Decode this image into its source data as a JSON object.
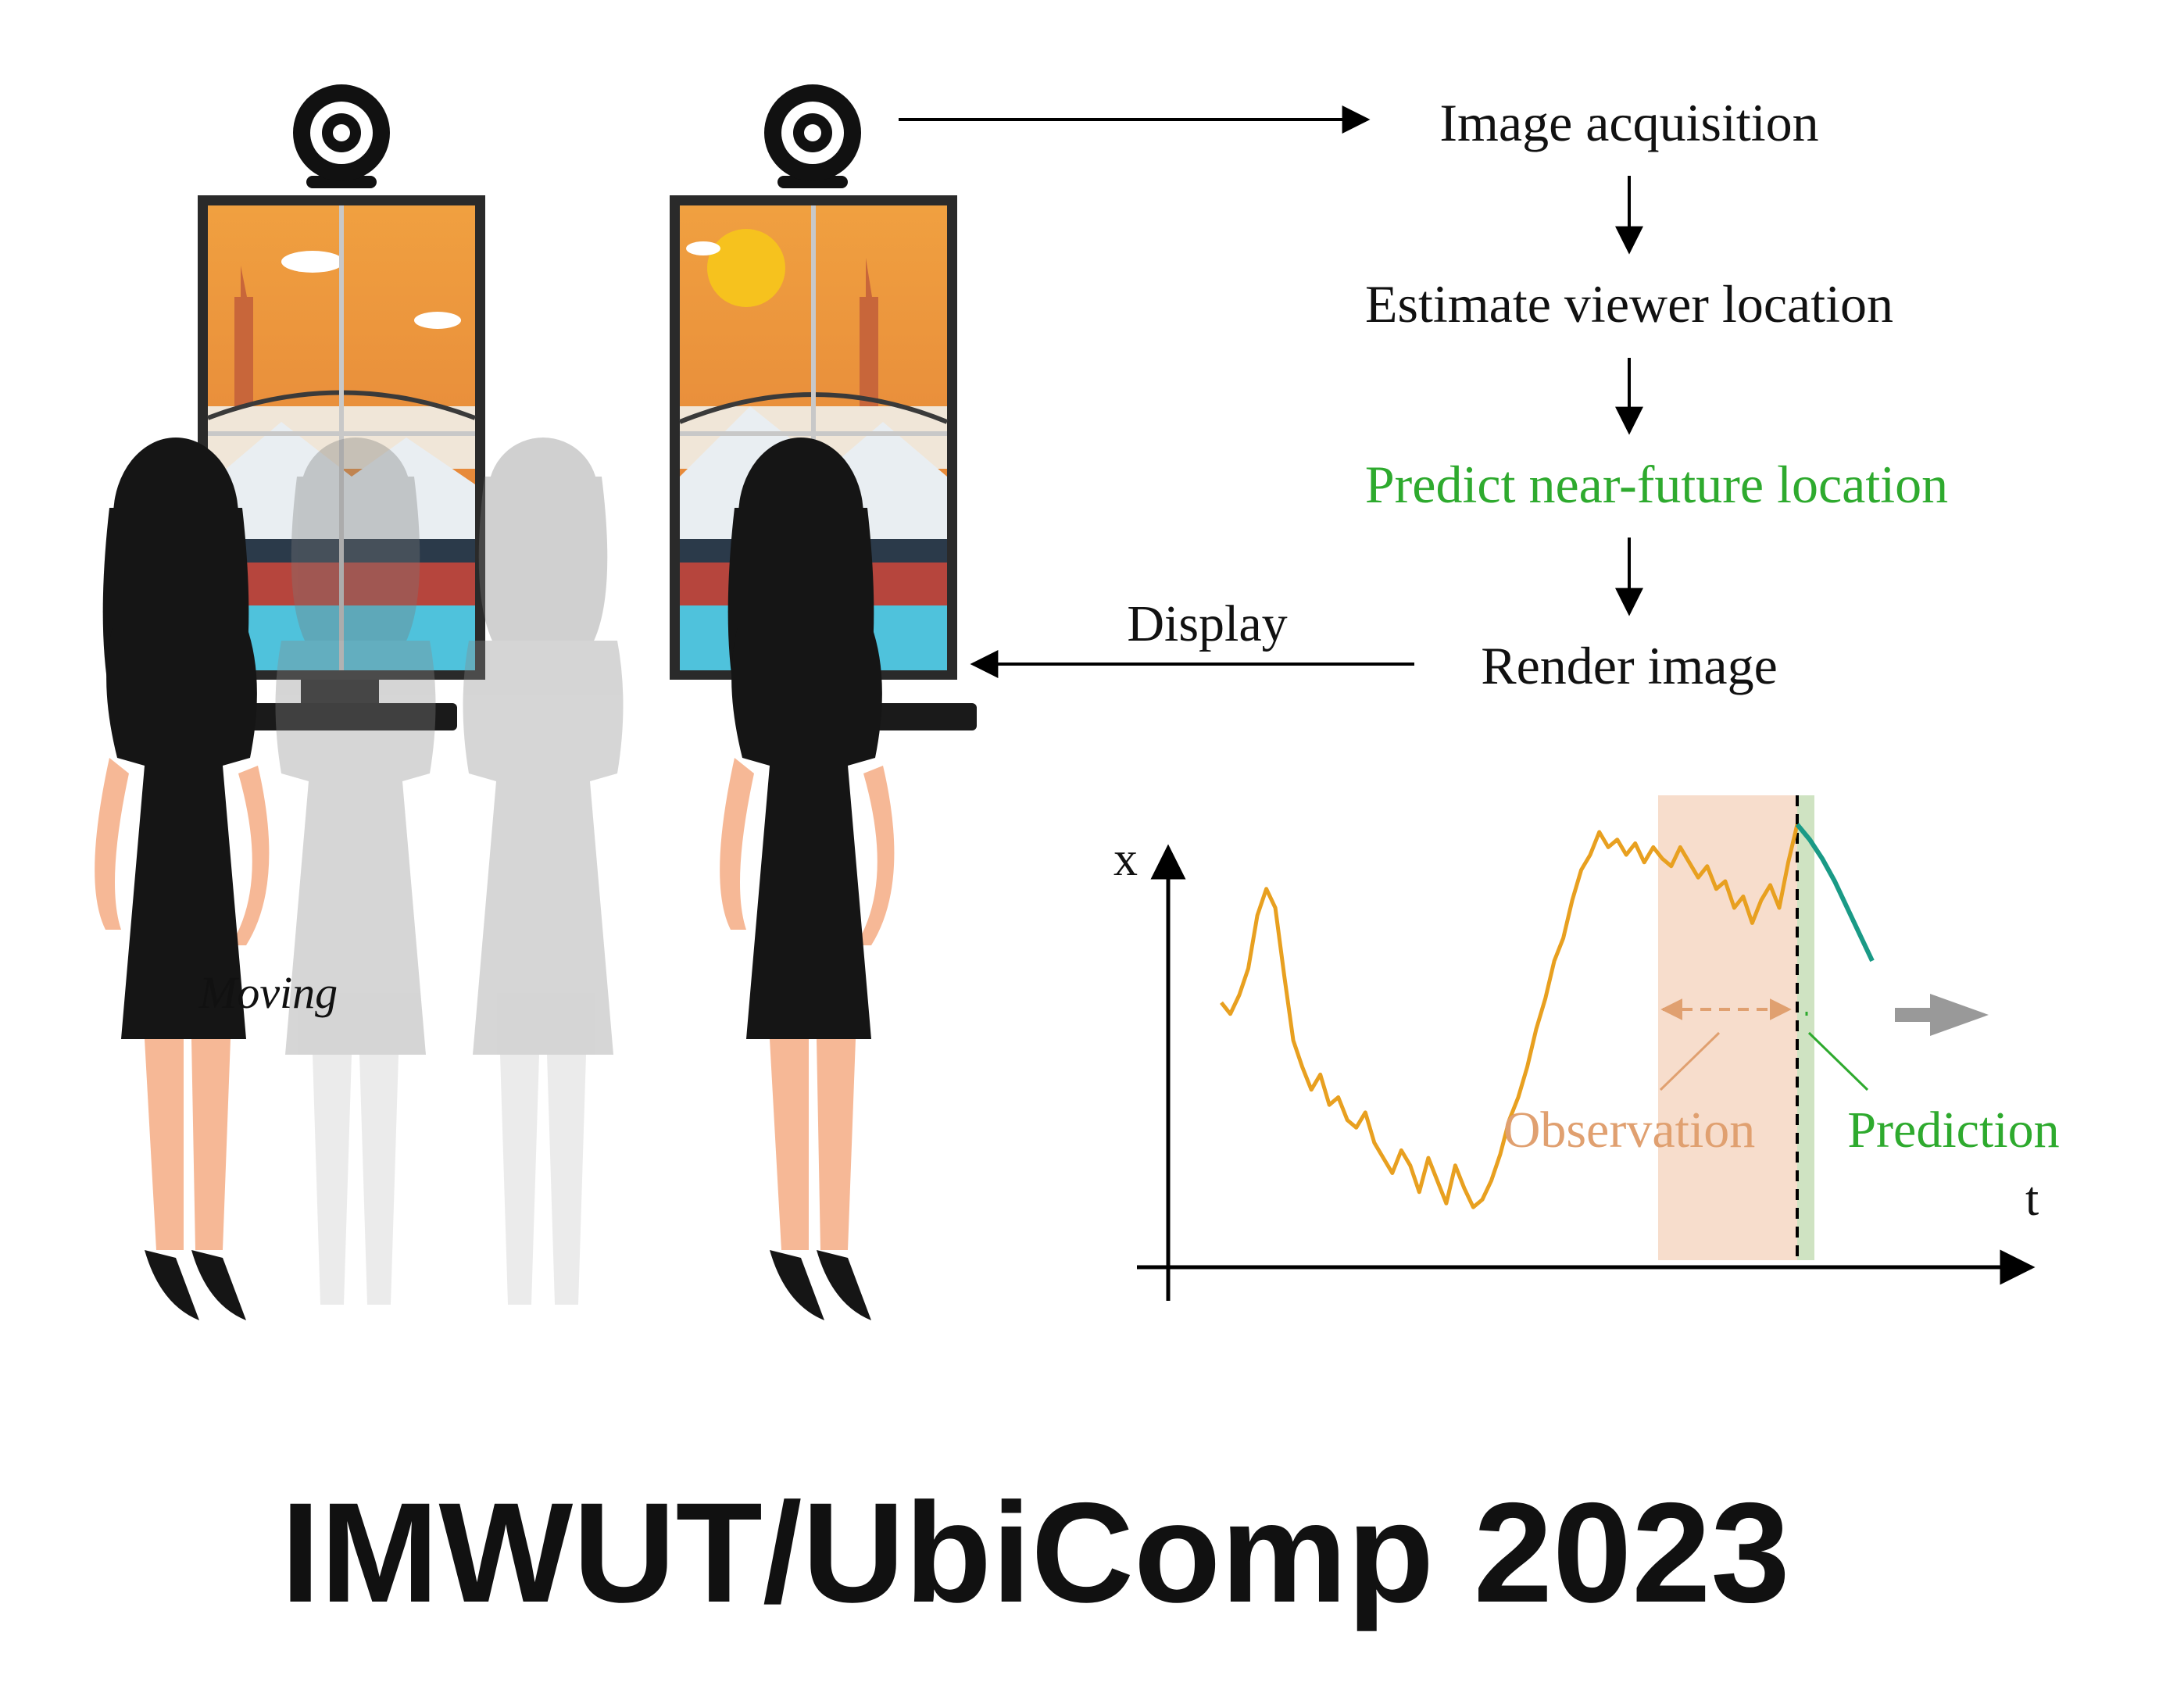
{
  "flow": {
    "step1": "Image acquisition",
    "step2": "Estimate viewer location",
    "step3": "Predict near-future location",
    "step4": "Render image",
    "display_label": "Display"
  },
  "figure": {
    "moving_label": "Moving",
    "footer": "IMWUT/UbiComp 2023"
  },
  "plot": {
    "y_axis_label": "x",
    "x_axis_label": "t",
    "observation_label": "Observation",
    "prediction_label": "Prediction"
  },
  "colors": {
    "prediction_text": "#2eaa2e",
    "observation_text": "#e0a070",
    "observation_band": "#f7ddcc",
    "prediction_band": "#cfe3c2",
    "signal_line": "#e8a020",
    "prediction_line": "#1a9a86",
    "arrow": "#000000",
    "gray_arrow": "#999999",
    "sky": "#e89440",
    "sun": "#f6c21e",
    "water": "#4fc2dc",
    "silhouette": "#151515",
    "skin": "#f6b896",
    "ghost": "#b7b7b7"
  },
  "icons": [
    "webcam-icon",
    "monitor-icon",
    "woman-figure-icon"
  ],
  "chart_data": {
    "type": "line",
    "xlabel": "t",
    "ylabel": "x",
    "series": [
      {
        "name": "Observation",
        "y": [
          0.55,
          0.52,
          0.57,
          0.64,
          0.78,
          0.85,
          0.8,
          0.62,
          0.45,
          0.38,
          0.32,
          0.36,
          0.28,
          0.3,
          0.24,
          0.22,
          0.26,
          0.18,
          0.14,
          0.1,
          0.16,
          0.12,
          0.05,
          0.14,
          0.08,
          0.02,
          0.12,
          0.06,
          0.01,
          0.03,
          0.08,
          0.15,
          0.24,
          0.3,
          0.38,
          0.48,
          0.56,
          0.66,
          0.72,
          0.82,
          0.9,
          0.94,
          1.0,
          0.96,
          0.98,
          0.94,
          0.97,
          0.92,
          0.96,
          0.93,
          0.91,
          0.96,
          0.92,
          0.88,
          0.91,
          0.85,
          0.87,
          0.8,
          0.83,
          0.76,
          0.82,
          0.86,
          0.8,
          0.92,
          1.02
        ]
      },
      {
        "name": "Prediction",
        "y": [
          1.02,
          0.98,
          0.93,
          0.87,
          0.8,
          0.73,
          0.66
        ]
      }
    ]
  }
}
